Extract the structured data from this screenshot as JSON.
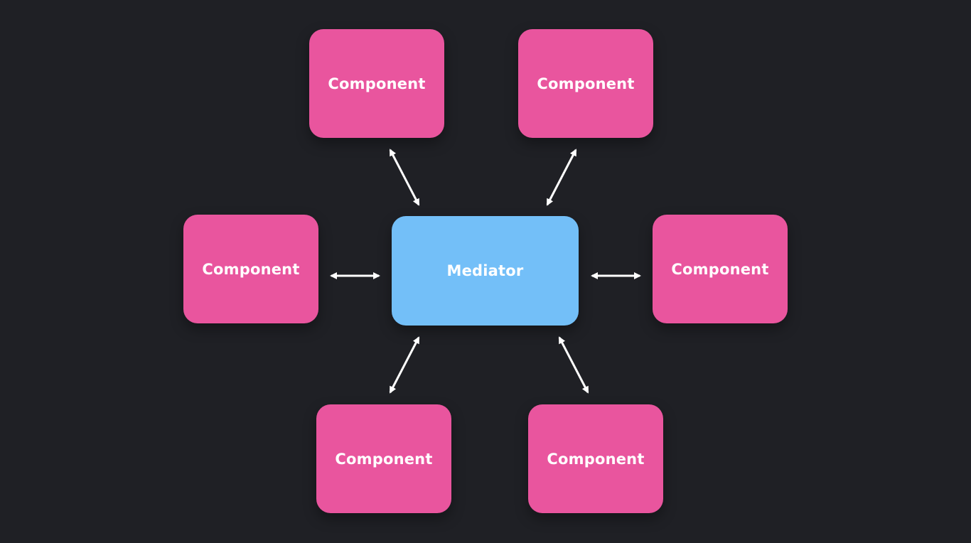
{
  "colors": {
    "background": "#1f2025",
    "component": "#e9559e",
    "mediator": "#73bff8",
    "arrow": "#ffffff",
    "text": "#ffffff"
  },
  "mediator": {
    "label": "Mediator"
  },
  "components": [
    {
      "label": "Component"
    },
    {
      "label": "Component"
    },
    {
      "label": "Component"
    },
    {
      "label": "Component"
    },
    {
      "label": "Component"
    },
    {
      "label": "Component"
    }
  ],
  "connections": [
    {
      "from": "components.0",
      "to": "mediator",
      "direction": "bidirectional"
    },
    {
      "from": "components.1",
      "to": "mediator",
      "direction": "bidirectional"
    },
    {
      "from": "components.2",
      "to": "mediator",
      "direction": "bidirectional"
    },
    {
      "from": "components.3",
      "to": "mediator",
      "direction": "bidirectional"
    },
    {
      "from": "components.4",
      "to": "mediator",
      "direction": "bidirectional"
    },
    {
      "from": "components.5",
      "to": "mediator",
      "direction": "bidirectional"
    }
  ]
}
